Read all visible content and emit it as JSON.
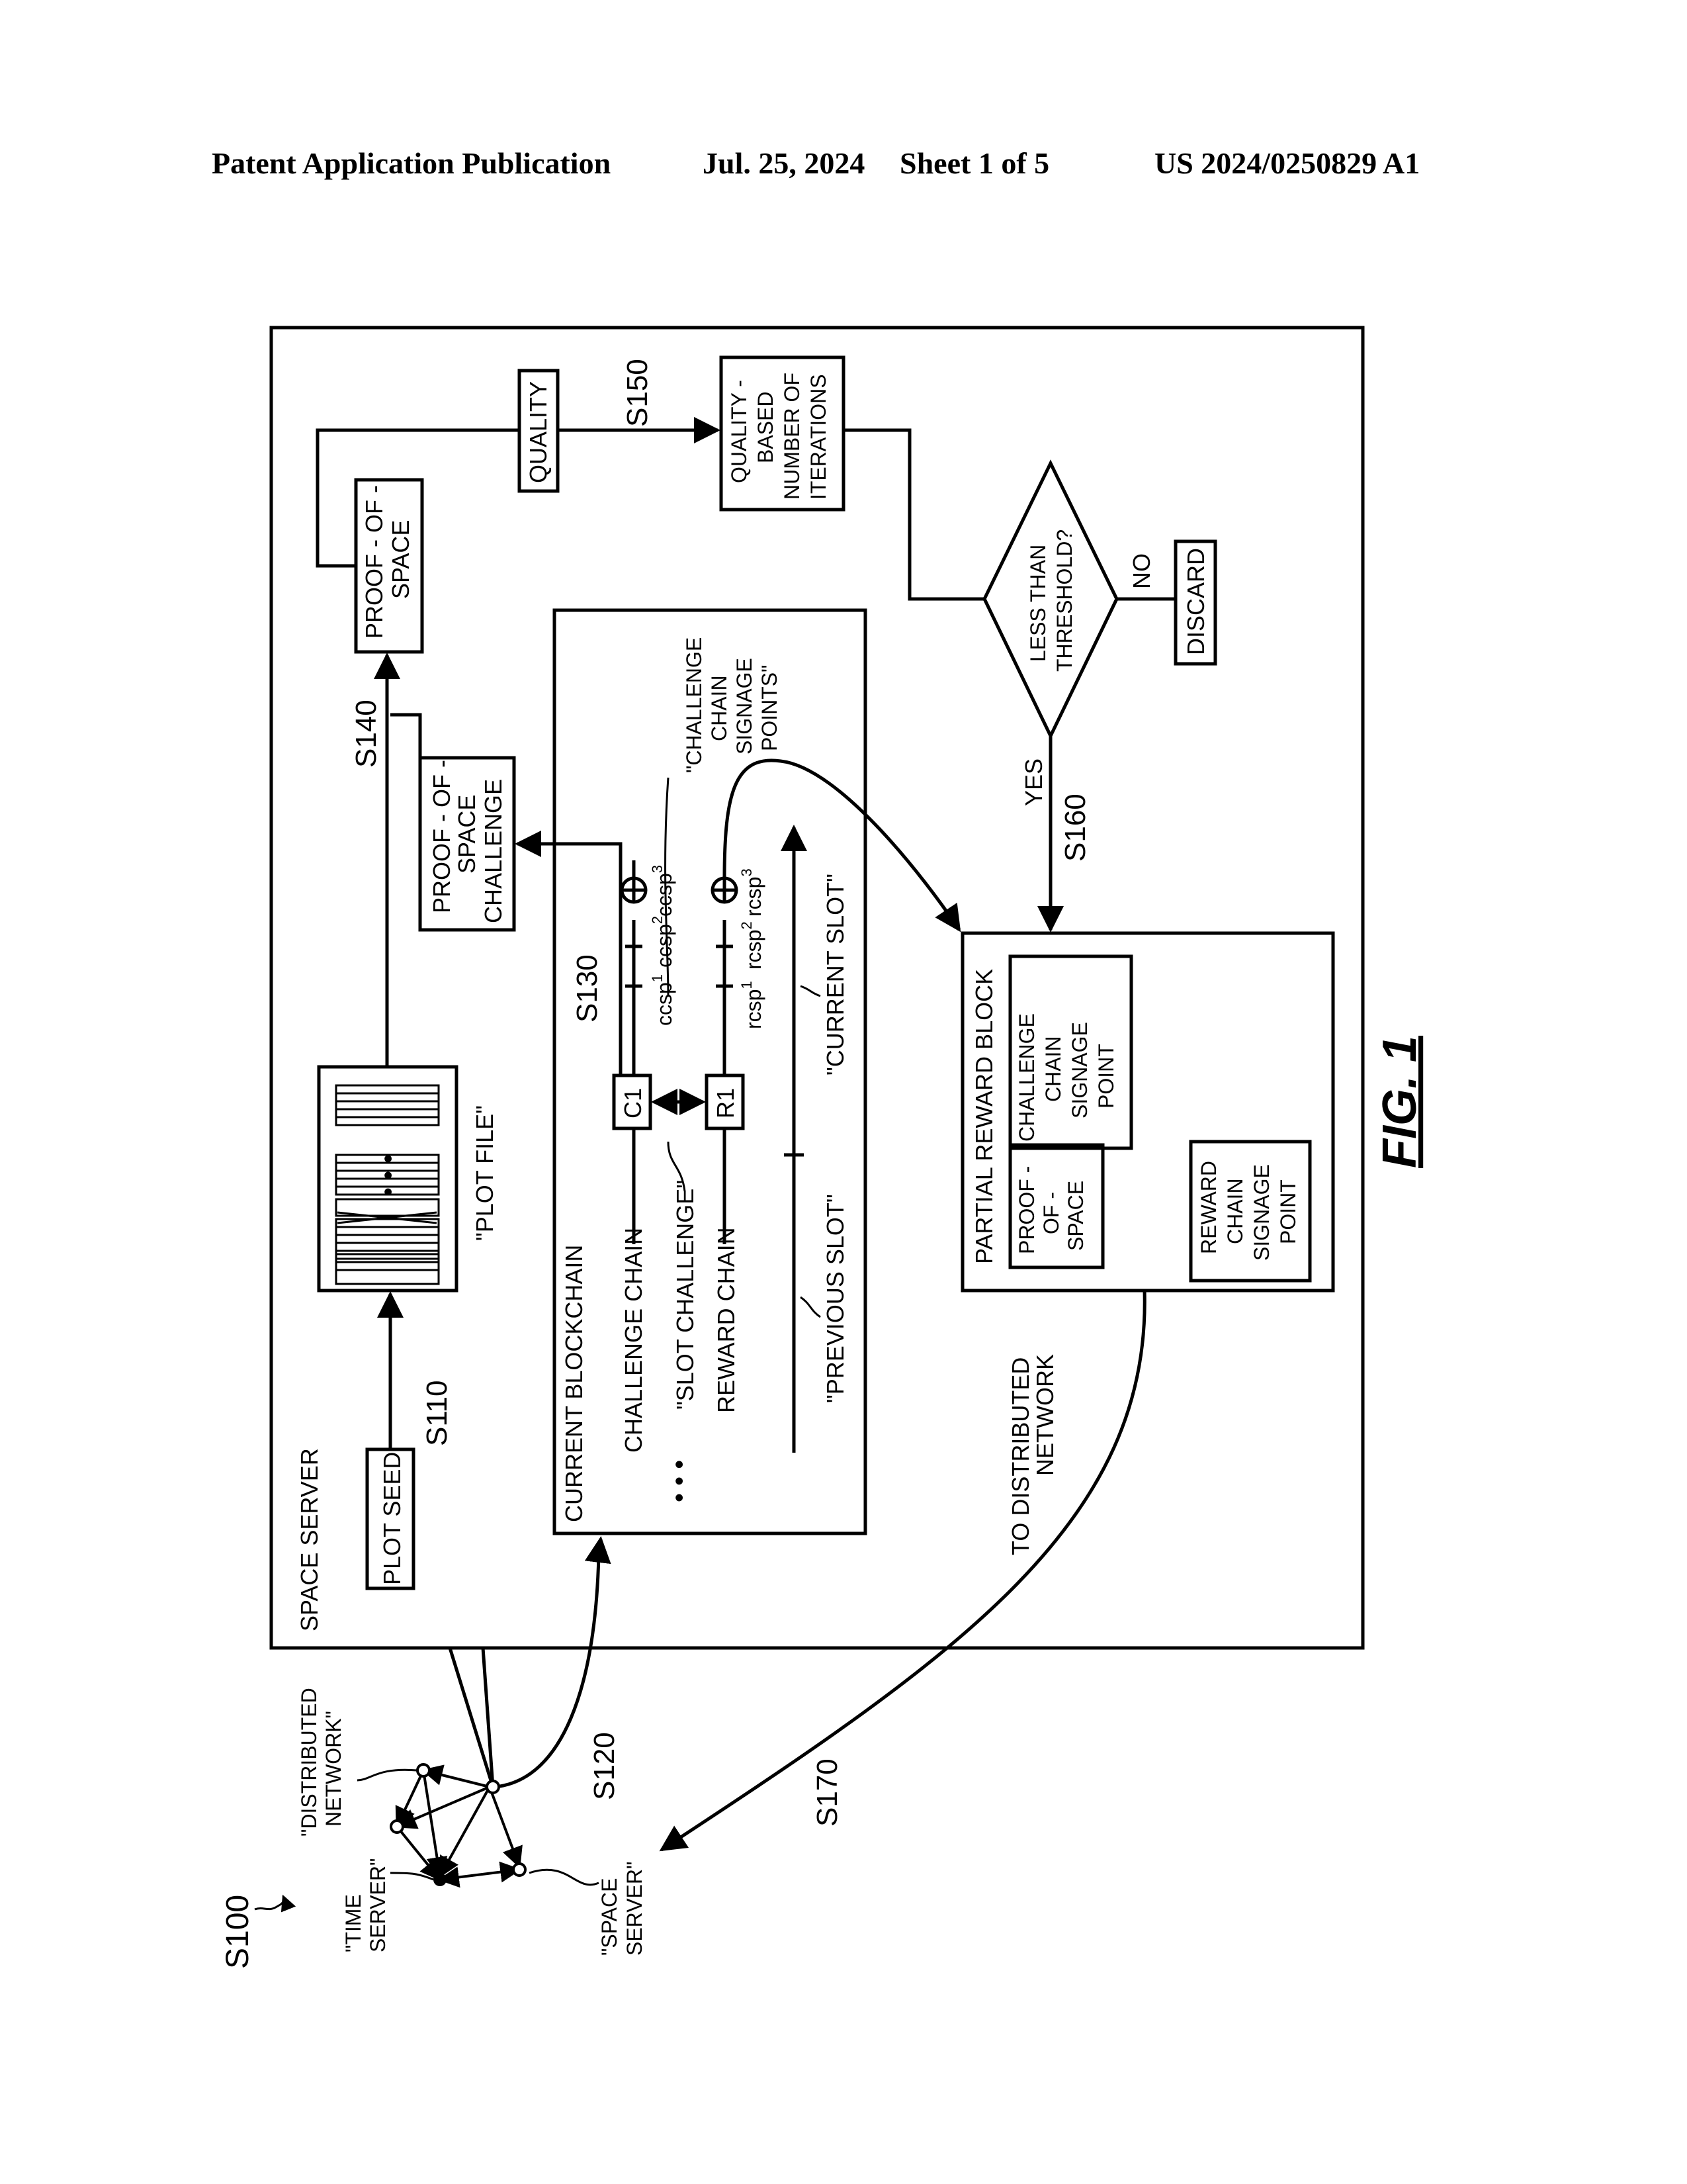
{
  "header": {
    "left": "Patent Application Publication",
    "date": "Jul. 25, 2024",
    "sheet": "Sheet 1 of 5",
    "number": "US 2024/0250829 A1"
  },
  "figure": {
    "label": "FIG. 1",
    "ref": "S100",
    "space_server_title": "SPACE SERVER",
    "plot_seed": "PLOT SEED",
    "s110": "S110",
    "plot_file_caption": "\"PLOT FILE\"",
    "plot_ellipsis": "• • •",
    "s140": "S140",
    "proof_of_space": [
      "PROOF - OF -",
      "SPACE"
    ],
    "quality": "QUALITY",
    "s150": "S150",
    "quality_iterations": [
      "QUALITY -",
      "BASED",
      "NUMBER OF",
      "ITERATIONS"
    ],
    "decision": [
      "LESS THAN",
      "THRESHOLD?"
    ],
    "no": "NO",
    "discard": "DISCARD",
    "yes": "YES",
    "s160": "S160",
    "pos_challenge": [
      "PROOF - OF -",
      "SPACE",
      "CHALLENGE"
    ],
    "s130": "S130",
    "current_blockchain": "CURRENT BLOCKCHAIN",
    "challenge_chain": "CHALLENGE CHAIN",
    "slot_challenge": "\"SLOT CHALLENGE\"",
    "reward_chain": "REWARD CHAIN",
    "bc_ellipsis": "• • •",
    "c1": "C1",
    "r1": "R1",
    "ccsp1": "ccsp",
    "ccsp1_sup": "1",
    "ccsp2": "ccsp",
    "ccsp2_sup": "2",
    "ccsp3": "ccsp",
    "ccsp3_sup": "3",
    "rcsp1": "rcsp",
    "rcsp1_sup": "1",
    "rcsp2": "rcsp",
    "rcsp2_sup": "2",
    "rcsp3": "rcsp",
    "rcsp3_sup": "3",
    "ccsp_caption": [
      "\"CHALLENGE",
      "CHAIN",
      "SIGNAGE",
      "POINTS\""
    ],
    "previous_slot": "\"PREVIOUS SLOT\"",
    "current_slot": "\"CURRENT SLOT\"",
    "partial_reward_block": "PARTIAL REWARD BLOCK",
    "prb_pos": [
      "PROOF -",
      "OF -",
      "SPACE"
    ],
    "prb_ccsp": [
      "CHALLENGE",
      "CHAIN",
      "SIGNAGE",
      "POINT"
    ],
    "prb_rcsp": [
      "REWARD",
      "CHAIN",
      "SIGNAGE",
      "POINT"
    ],
    "to_network": [
      "TO DISTRIBUTED",
      "NETWORK"
    ],
    "s120": "S120",
    "s170": "S170",
    "dist_network": [
      "\"DISTRIBUTED",
      "NETWORK\""
    ],
    "time_server": [
      "\"TIME",
      "SERVER\""
    ],
    "space_server_node": [
      "\"SPACE",
      "SERVER\""
    ]
  }
}
